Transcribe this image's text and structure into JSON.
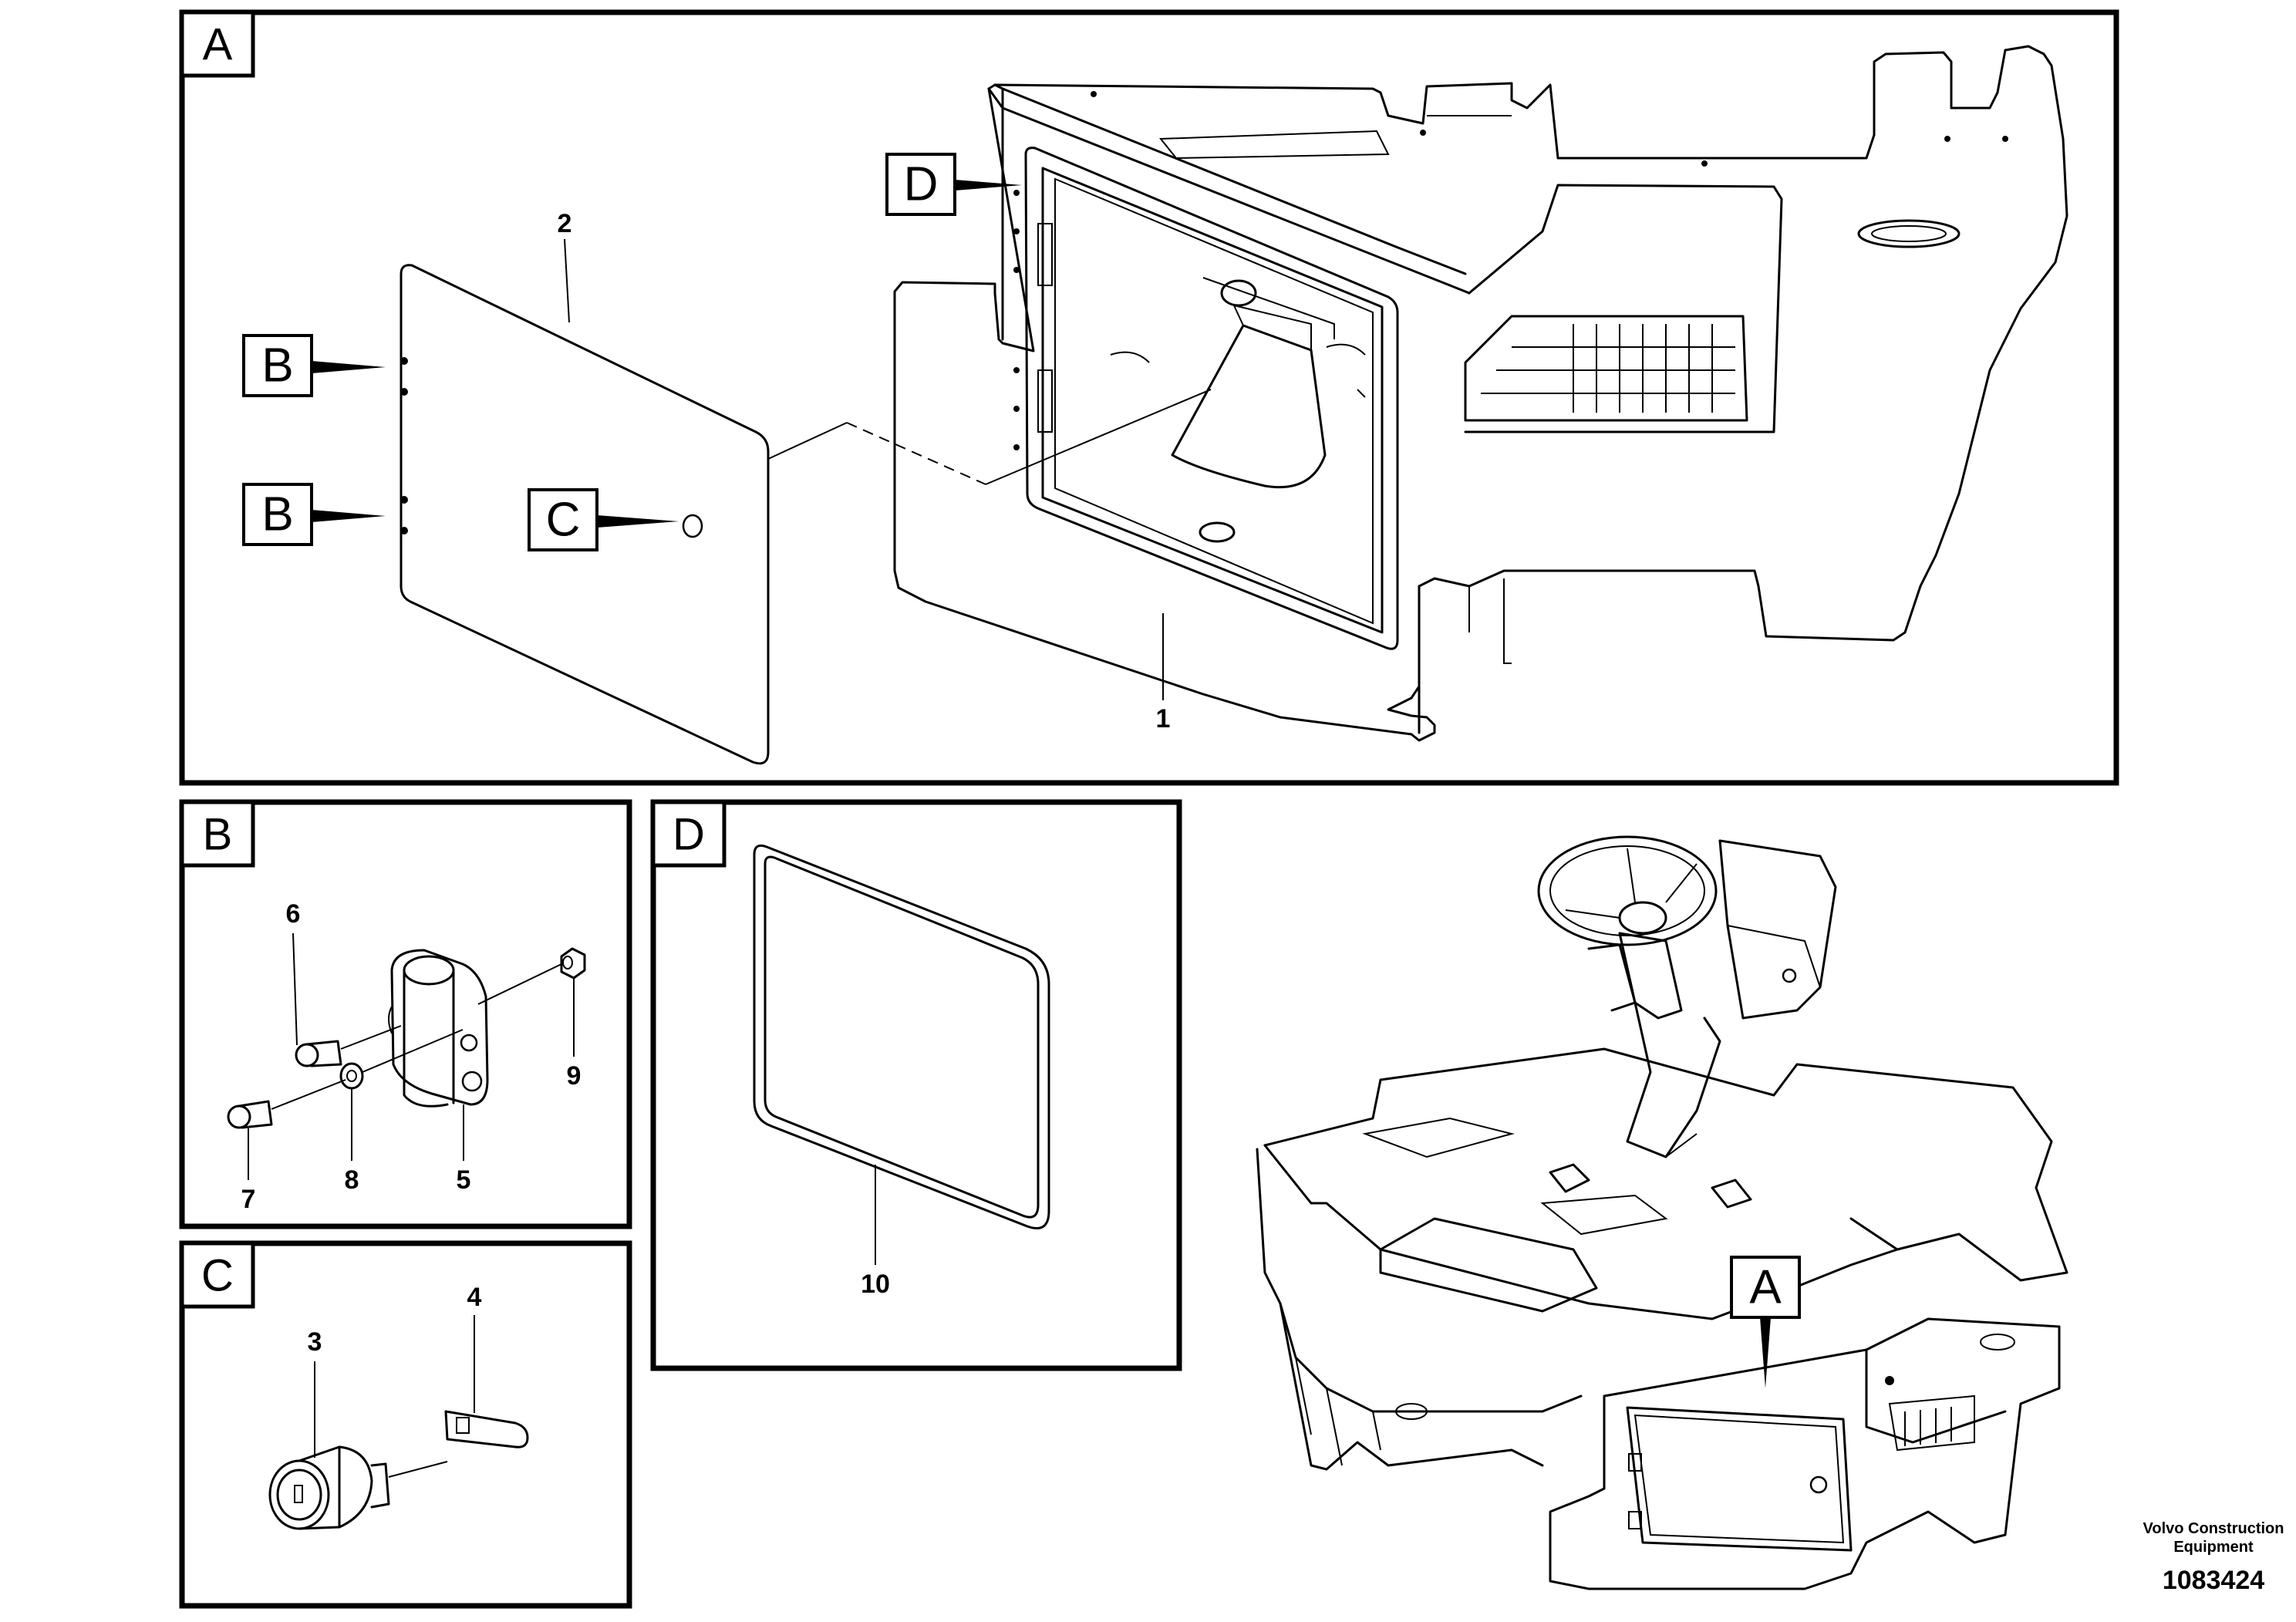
{
  "panels": {
    "A": {
      "label": "A"
    },
    "B": {
      "label": "B"
    },
    "C": {
      "label": "C"
    },
    "D": {
      "label": "D"
    }
  },
  "callouts": {
    "b_upper": "B",
    "b_lower": "B",
    "c": "C",
    "d": "D",
    "a_overview": "A"
  },
  "part_numbers": {
    "p1": "1",
    "p2": "2",
    "p3": "3",
    "p4": "4",
    "p5": "5",
    "p6": "6",
    "p7": "7",
    "p8": "8",
    "p9": "9",
    "p10": "10"
  },
  "footer": {
    "line1": "Volvo Construction",
    "line2": "Equipment",
    "drawing_id": "1083424"
  }
}
